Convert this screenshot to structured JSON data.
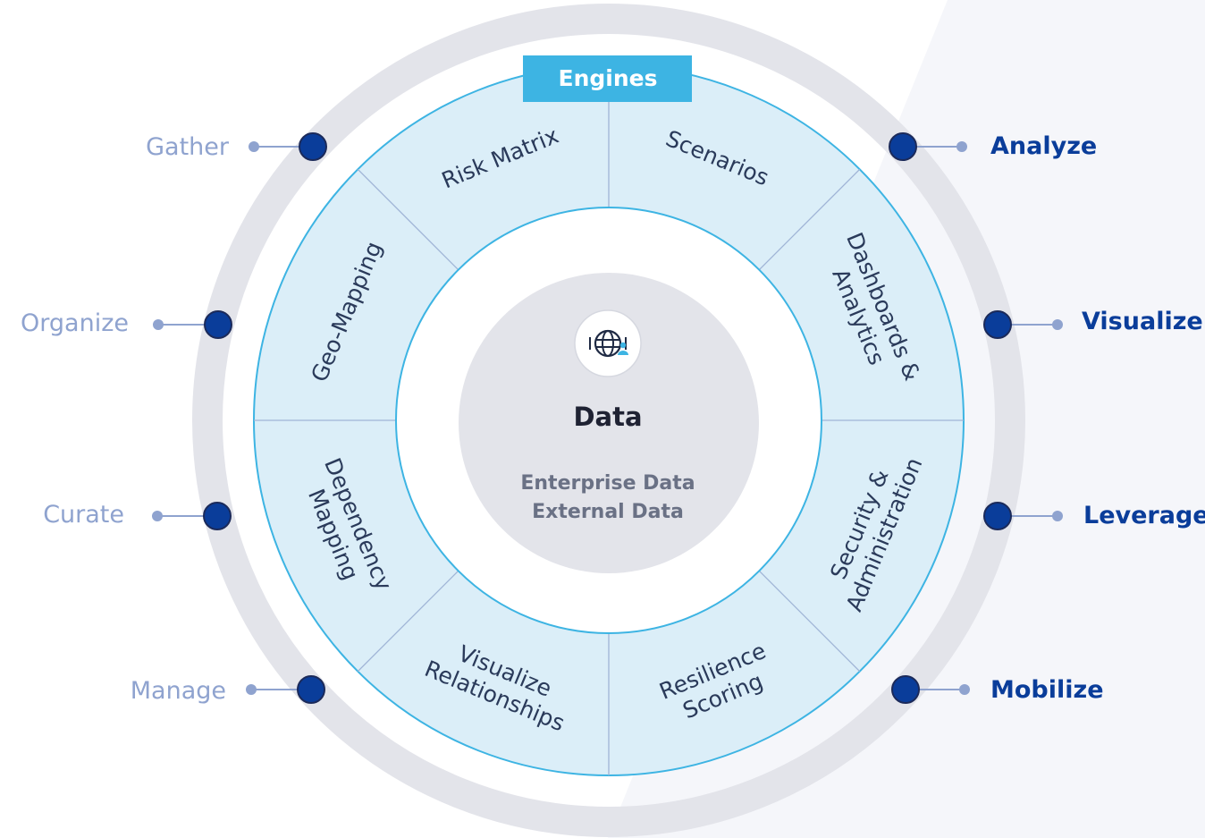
{
  "engines_label": "Engines",
  "center": {
    "title": "Data",
    "line1": "Enterprise Data",
    "line2": "External Data",
    "icon": "globe-user-icon"
  },
  "segments": [
    [
      "Scenarios"
    ],
    [
      "Dashboards &",
      "Analytics"
    ],
    [
      "Security &",
      "Administration"
    ],
    [
      "Resilience",
      "Scoring"
    ],
    [
      "Visualize",
      "Relationships"
    ],
    [
      "Dependency",
      "Mapping"
    ],
    [
      "Geo-Mapping"
    ],
    [
      "Risk Matrix"
    ]
  ],
  "left_labels": [
    "Gather",
    "Organize",
    "Curate",
    "Manage"
  ],
  "right_labels": [
    "Analyze",
    "Visualize",
    "Leverage",
    "Mobilize"
  ],
  "colors": {
    "outer_ring": "#e3e4ea",
    "segment_fill": "#dbeef8",
    "segment_stroke": "#3db4e3",
    "engines_bg": "#3db4e3",
    "dot": "#0a3d9a",
    "left_text": "#8fa3cf",
    "right_text": "#0a3d9a",
    "center_disc": "#e3e4ea"
  }
}
